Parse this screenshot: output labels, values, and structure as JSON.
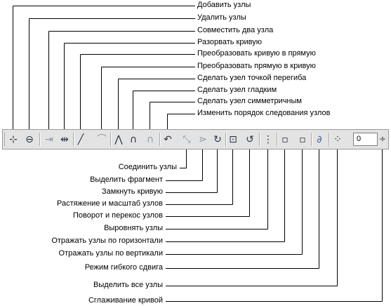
{
  "top_labels": [
    "Добавить узлы",
    "Удалить узлы",
    "Совместить два узла",
    "Разорвать кривую",
    "Преобразовать кривую в прямую",
    "Преобразовать прямую в кривую",
    "Сделать узел точкой перегиба",
    "Сделать узел гладким",
    "Сделать узел симметричным",
    "Изменить порядок следования узлов"
  ],
  "bottom_labels": [
    "Соединить узлы",
    "Выделить фрагмент",
    "Замкнуть кривую",
    "Растяжение и масштаб узлов",
    "Поворот и перекос узлов",
    "Выровнять узлы",
    "Отражать узлы по горизонтали",
    "Отражать узлы по вертикали",
    "Режим гибкого сдвига",
    "Выделить все узлы",
    "Сглаживание кривой"
  ],
  "toolbar": {
    "smoothing_value": "0",
    "icons": [
      {
        "name": "add-nodes-icon",
        "glyph": "⊹",
        "tone": "dark"
      },
      {
        "name": "delete-nodes-icon",
        "glyph": "⊖",
        "tone": "dark"
      },
      {
        "name": "join-two-nodes-icon",
        "glyph": "⇥",
        "tone": "dim"
      },
      {
        "name": "break-curve-icon",
        "glyph": "⇹",
        "tone": "dark"
      },
      {
        "name": "curve-to-line-icon",
        "glyph": "╱",
        "tone": "dark"
      },
      {
        "name": "line-to-curve-icon",
        "glyph": "⌒",
        "tone": "dim"
      },
      {
        "name": "cusp-node-icon",
        "glyph": "⋀",
        "tone": "dark"
      },
      {
        "name": "smooth-node-icon",
        "glyph": "∩",
        "tone": "dark"
      },
      {
        "name": "symmetrical-node-icon",
        "glyph": "∩",
        "tone": "dim"
      },
      {
        "name": "reverse-direction-icon",
        "glyph": "↶",
        "tone": "dark"
      },
      {
        "name": "extend-curve-icon",
        "glyph": "⤡",
        "tone": "dim"
      },
      {
        "name": "extract-subpath-icon",
        "glyph": "⋗",
        "tone": "dim"
      },
      {
        "name": "close-curve-icon",
        "glyph": "↻",
        "tone": "dark"
      },
      {
        "name": "stretch-scale-icon",
        "glyph": "⊡",
        "tone": "dark"
      },
      {
        "name": "rotate-skew-icon",
        "glyph": "↺",
        "tone": "dark"
      },
      {
        "name": "align-nodes-icon",
        "glyph": "⋮",
        "tone": "dark"
      },
      {
        "name": "mirror-horizontal-icon",
        "glyph": "▫",
        "tone": "dark"
      },
      {
        "name": "mirror-vertical-icon",
        "glyph": "▫",
        "tone": "dark"
      },
      {
        "name": "elastic-mode-icon",
        "glyph": "∂",
        "tone": "blue"
      },
      {
        "name": "select-all-nodes-icon",
        "glyph": "⁘",
        "tone": "dark"
      }
    ]
  }
}
